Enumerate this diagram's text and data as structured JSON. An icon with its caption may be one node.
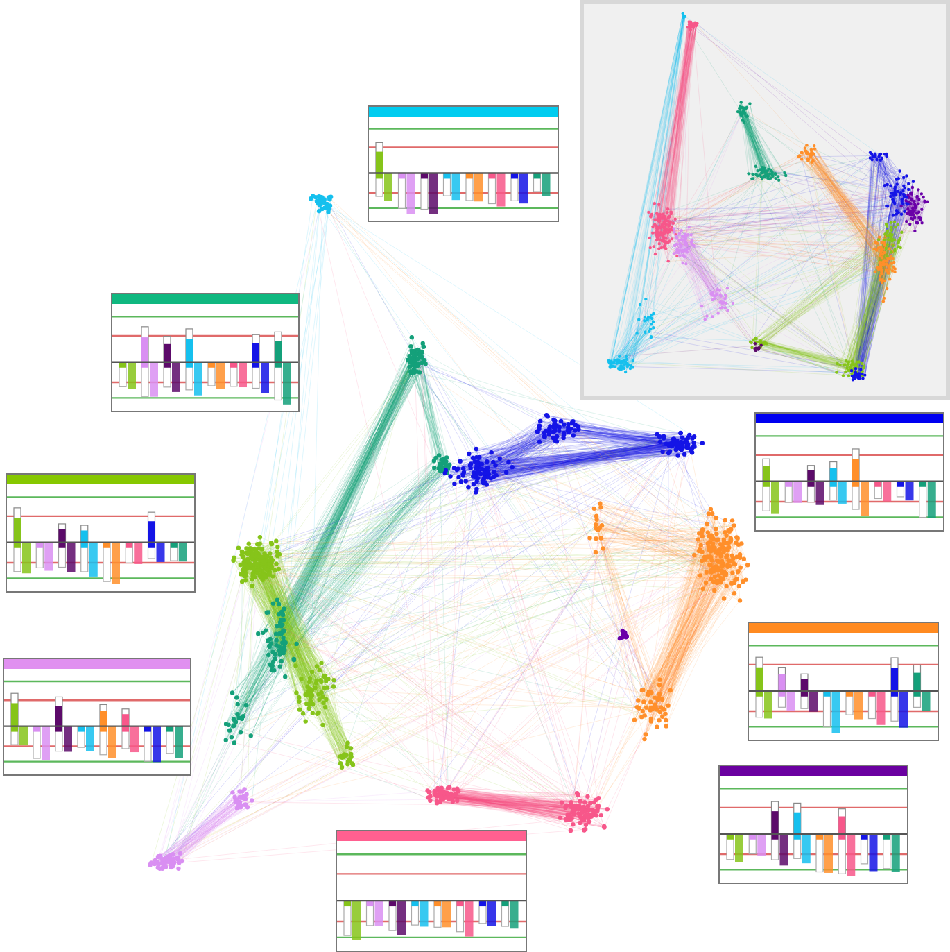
{
  "diagram": {
    "nodes": [
      {
        "text": [],
        "shape": "chart"
      },
      {
        "text": [],
        "shape": "chart"
      },
      {
        "text": [],
        "shape": "chart"
      },
      {
        "text": [],
        "shape": "chart"
      },
      {
        "text": [],
        "shape": "chart"
      },
      {
        "text": [],
        "shape": "chart"
      },
      {
        "text": [],
        "shape": "chart"
      },
      {
        "text": [],
        "shape": "chart"
      },
      {
        "text": [],
        "shape": "picture"
      }
    ]
  }
}
